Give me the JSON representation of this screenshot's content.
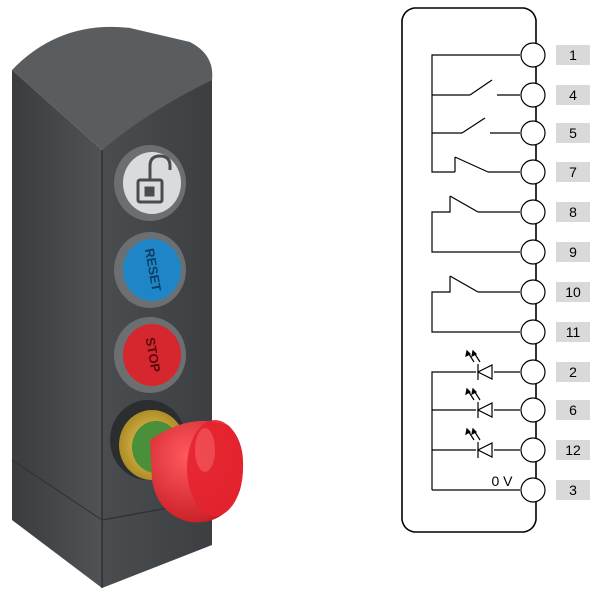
{
  "device": {
    "buttons": [
      {
        "id": "unlock",
        "label": "",
        "icon": "padlock-open-icon",
        "color": "#d9dbdc"
      },
      {
        "id": "reset",
        "label": "RESET",
        "color": "#1e86c6"
      },
      {
        "id": "stop",
        "label": "STOP",
        "color": "#d5272d"
      }
    ],
    "emergency_stop_color": "#e4232f",
    "housing_color": "#46494c"
  },
  "schematic": {
    "terminals": [
      {
        "label": "1"
      },
      {
        "label": "4"
      },
      {
        "label": "5"
      },
      {
        "label": "7"
      },
      {
        "label": "8"
      },
      {
        "label": "9"
      },
      {
        "label": "10"
      },
      {
        "label": "11"
      },
      {
        "label": "2"
      },
      {
        "label": "6"
      },
      {
        "label": "12"
      },
      {
        "label": "3"
      }
    ],
    "ground_label": "0 V",
    "label_box_color": "#d9d9d9"
  }
}
